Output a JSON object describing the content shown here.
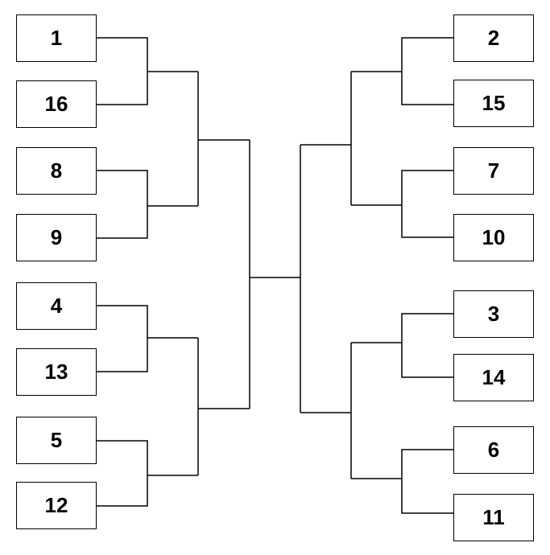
{
  "bracket": {
    "left_seeds": [
      "1",
      "16",
      "8",
      "9",
      "4",
      "13",
      "5",
      "12"
    ],
    "right_seeds": [
      "2",
      "15",
      "7",
      "10",
      "3",
      "14",
      "6",
      "11"
    ]
  },
  "colors": {
    "line": "#000000",
    "box_border": "#000000",
    "background": "#ffffff"
  }
}
